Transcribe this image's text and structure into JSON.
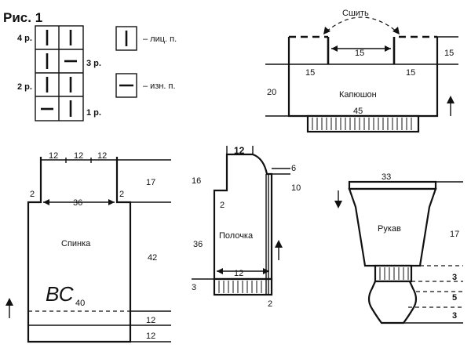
{
  "figure": {
    "title": "Рис. 1",
    "rows": {
      "r4": "4 р.",
      "r3": "3 р.",
      "r2": "2 р.",
      "r1": "1 р."
    },
    "legend": {
      "knit": "– лиц. п.",
      "purl": "– изн. п."
    }
  },
  "hood": {
    "label": "Капюшон",
    "sew_label": "Сшить",
    "dims": {
      "top_gap": "15",
      "left_top": "15",
      "right_top": "15",
      "right_height": "15",
      "left_height": "20",
      "bottom_width": "45"
    }
  },
  "back": {
    "label": "Спинка",
    "handwriting": "ВС",
    "dims": {
      "neck_a": "12",
      "neck_b": "12",
      "neck_c": "12",
      "left_notch": "2",
      "right_notch": "2",
      "width": "36",
      "armhole_height": "17",
      "body_height": "42",
      "mark_40": "40",
      "lower_a": "12",
      "lower_b": "12"
    }
  },
  "front": {
    "label": "Полочка",
    "dims": {
      "shoulder": "12",
      "neck_drop": "6",
      "band": "10",
      "left_top": "16",
      "notch": "2",
      "height": "36",
      "width": "12",
      "rib": "3",
      "edge": "2"
    }
  },
  "sleeve": {
    "label": "Рукав",
    "dims": {
      "top_width": "33",
      "height": "17",
      "cuff": "3",
      "cuff_lower": "5",
      "bottom": "3"
    }
  }
}
